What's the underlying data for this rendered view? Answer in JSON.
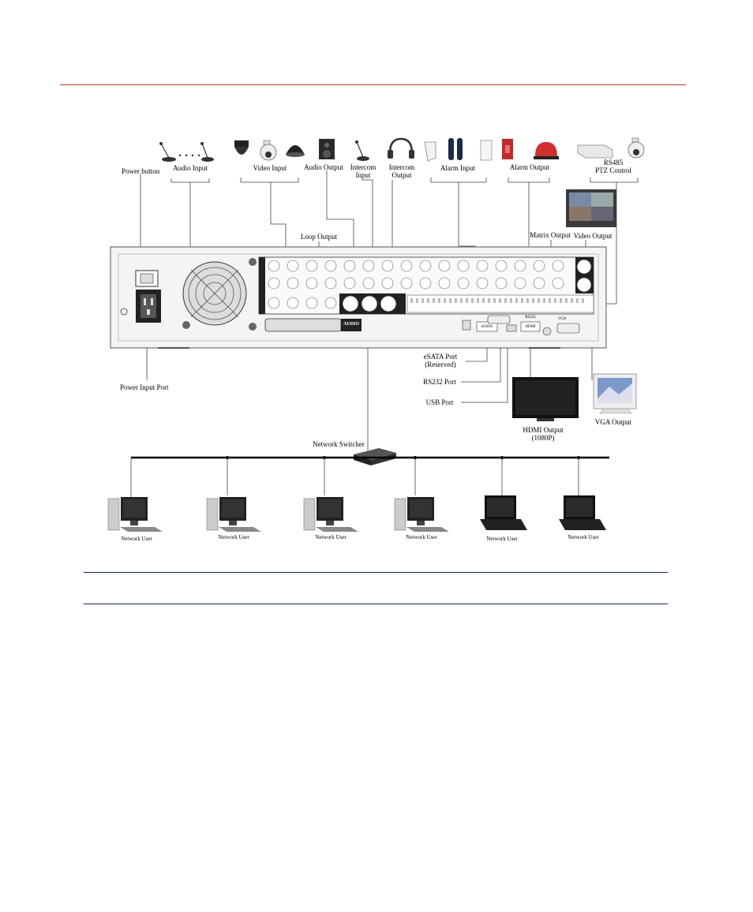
{
  "labels": {
    "power_button": "Power button",
    "audio_input": "Audio Input",
    "video_input": "Video Input",
    "audio_output": "Audio Output",
    "intercom_input": [
      "Intercom",
      "Input"
    ],
    "intercom_output": [
      "Intercom",
      "Output"
    ],
    "alarm_input": "Alarm Input",
    "alarm_output": "Alarm Output",
    "rs485_ptz": [
      "RS485",
      "PTZ Control"
    ],
    "loop_output": "Loop Output",
    "matrix_output": "Matrix Output",
    "video_output": "Video Output",
    "power_input_port": "Power Input Port",
    "esata_port": [
      "eSATA Port",
      "(Reserved)"
    ],
    "rs232_port": "RS232 Port",
    "usb_port": "USB Port",
    "hdmi_output": [
      "HDMI Output",
      "(1080P)"
    ],
    "vga_output": "VGA Output",
    "network_switcher": "Network Switcher",
    "network_user": "Network User"
  },
  "panel_text": {
    "audio": "AUDIO",
    "esata": "eSATA",
    "hdmi": "HDMI",
    "rs232": "RS232",
    "vga": "VGA"
  },
  "colors": {
    "top_rule": "#c0392b",
    "bottom_rules": "#1a237e"
  },
  "network_users_count": 6
}
